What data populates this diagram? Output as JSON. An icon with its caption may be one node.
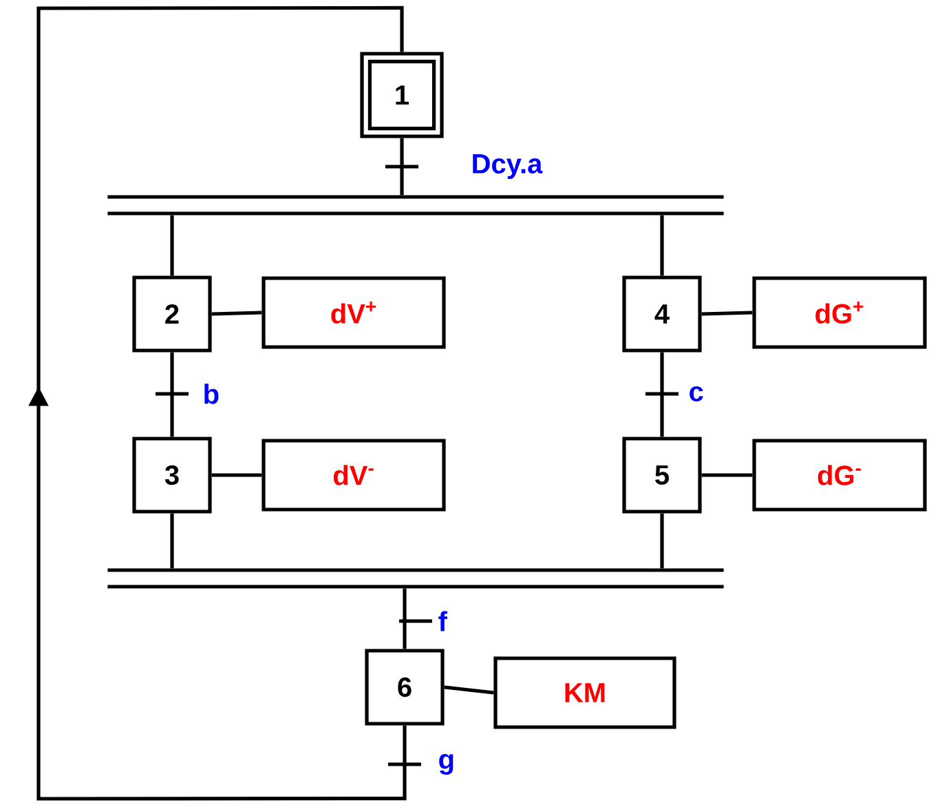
{
  "diagram": {
    "nodes": [
      {
        "text": [
          "1"
        ]
      },
      {
        "text": [],
        "shape": "bar"
      },
      {
        "text": [
          "2"
        ]
      },
      {
        "text": [
          "dV$^{+}$"
        ]
      },
      {
        "text": [
          "4"
        ]
      },
      {
        "text": [
          "dG$^{+}$"
        ]
      },
      {
        "text": [
          "3"
        ]
      },
      {
        "text": [
          "dV$^{-}$"
        ]
      },
      {
        "text": [
          "5"
        ]
      },
      {
        "text": [
          "dG$^{-}$"
        ]
      },
      {
        "text": [],
        "shape": "bar"
      },
      {
        "text": [
          "6"
        ]
      },
      {
        "text": [
          "KM"
        ]
      }
    ],
    "edges": [
      {
        "from": 0,
        "to": 1,
        "arrow": "none",
        "label": "Dcy.a"
      },
      {
        "from": 1,
        "to": 2,
        "arrow": "none"
      },
      {
        "from": 1,
        "to": 4,
        "arrow": "none"
      },
      {
        "from": 2,
        "to": 3,
        "arrow": "none"
      },
      {
        "from": 4,
        "to": 5,
        "arrow": "none"
      },
      {
        "from": 2,
        "to": 6,
        "arrow": "none",
        "label": "b"
      },
      {
        "from": 4,
        "to": 8,
        "arrow": "none",
        "label": "c"
      },
      {
        "from": 6,
        "to": 7,
        "arrow": "none"
      },
      {
        "from": 8,
        "to": 9,
        "arrow": "none"
      },
      {
        "from": 6,
        "to": 10,
        "arrow": "none"
      },
      {
        "from": 8,
        "to": 10,
        "arrow": "none"
      },
      {
        "from": 10,
        "to": 11,
        "arrow": "none",
        "label": "f"
      },
      {
        "from": 11,
        "to": 12,
        "arrow": "none"
      },
      {
        "from": 11,
        "to": 0,
        "arrow": "to",
        "label": "g"
      }
    ]
  }
}
